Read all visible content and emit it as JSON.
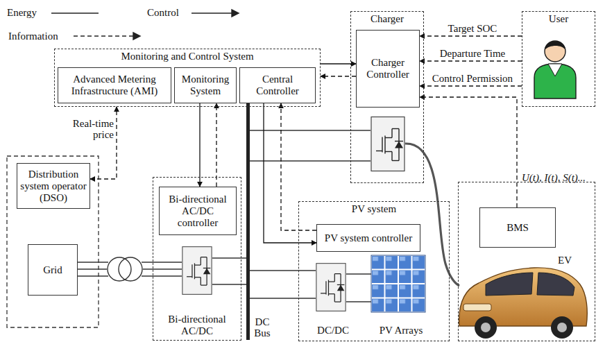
{
  "diagram": {
    "nodes": [
      {
        "text": [
          "Monitoring and Control System"
        ]
      },
      {
        "text": [
          "Advanced Metering Infrastructure (AMI)"
        ],
        "in": 0
      },
      {
        "text": [
          "Monitoring System"
        ],
        "in": 0
      },
      {
        "text": [
          "Central Controller"
        ],
        "in": 0
      },
      {
        "text": [
          "Charger"
        ]
      },
      {
        "text": [
          "Charger Controller"
        ],
        "in": 4
      },
      {
        "text": [
          "User"
        ]
      },
      {
        "text": [
          "Distribution system operator (DSO)"
        ]
      },
      {
        "text": [
          "Grid"
        ]
      },
      {
        "text": [
          "Bi-directional AC/DC"
        ]
      },
      {
        "text": [
          "Bi-directional AC/DC controller"
        ],
        "in": 9
      },
      {
        "text": [
          "PV system"
        ]
      },
      {
        "text": [
          "PV system controller"
        ],
        "in": 11
      },
      {
        "text": [
          "EV"
        ]
      },
      {
        "text": [
          "BMS"
        ],
        "in": 13
      }
    ],
    "edges": [
      {
        "from": 7,
        "to": 0,
        "label": "Real-time price",
        "arrow": "both"
      },
      {
        "from": 0,
        "to": 5,
        "arrow": "to"
      },
      {
        "from": 5,
        "to": 0,
        "arrow": "to"
      },
      {
        "from": 6,
        "to": 5,
        "label": "Target SOC",
        "arrow": "to"
      },
      {
        "from": 6,
        "to": 5,
        "label": "Departure Time",
        "arrow": "to"
      },
      {
        "from": 6,
        "to": 5,
        "label": "Control Permission",
        "arrow": "to"
      },
      {
        "from": 14,
        "to": 5,
        "label": "U(t), I(t), S(t)...",
        "arrow": "to"
      },
      {
        "from": 2,
        "to": 10,
        "arrow": "to"
      },
      {
        "from": 10,
        "to": 2,
        "arrow": "to"
      },
      {
        "from": 3,
        "to": 12,
        "arrow": "to"
      },
      {
        "from": 12,
        "to": 3,
        "arrow": "to"
      }
    ],
    "labels": [
      "DC Bus",
      "DC/DC",
      "PV Arrays"
    ],
    "legend": [
      {
        "text": "Energy"
      },
      {
        "text": "Control"
      },
      {
        "text": "Information"
      }
    ]
  }
}
